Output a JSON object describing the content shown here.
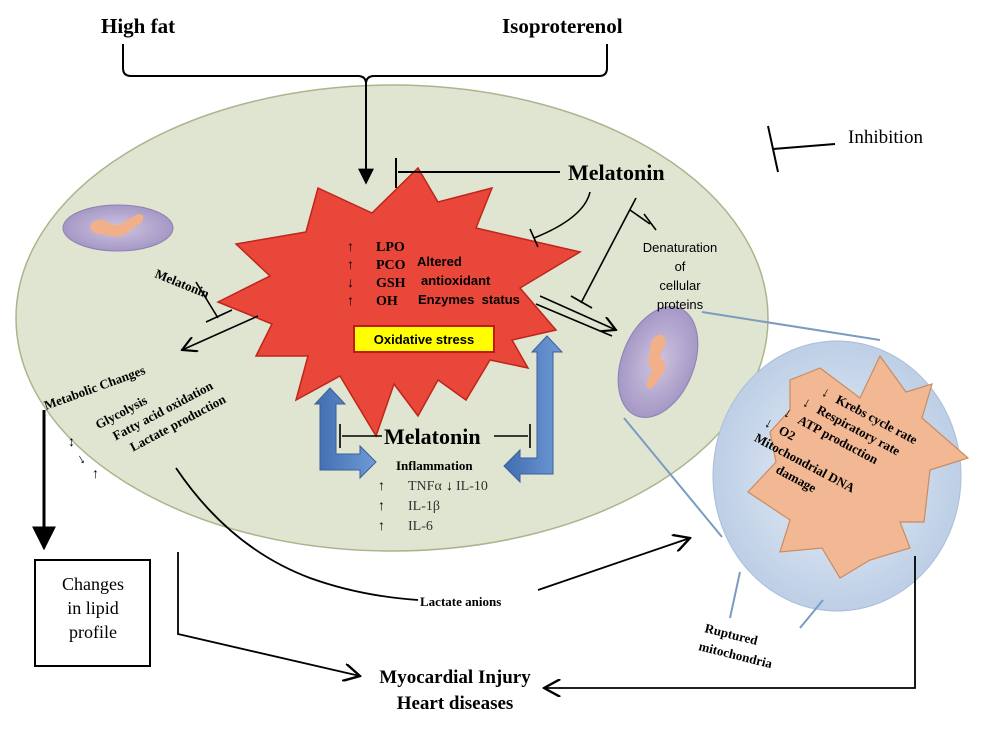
{
  "inducers": {
    "left": "High fat",
    "right": "Isoproterenol"
  },
  "legend": {
    "inhibition": "Inhibition"
  },
  "melatonin_labels": {
    "top": "Melatonin",
    "small": "Melatonin",
    "center": "Melatonin"
  },
  "oxidative": {
    "markers": [
      "LPO",
      "PCO",
      "GSH",
      "OH"
    ],
    "marker_directions": [
      "up",
      "up",
      "down",
      "up"
    ],
    "altered": [
      "Altered",
      "antioxidant",
      "Enzymes  status"
    ],
    "box_label": "Oxidative stress"
  },
  "denaturation": [
    "Denaturation",
    "of",
    "cellular",
    "proteins"
  ],
  "metabolic": {
    "title": "Metabolic Changes",
    "items": [
      "Glycolysis",
      "Fatty acid oxidation",
      "Lactate production"
    ]
  },
  "inflammation": {
    "title": "Inflammation",
    "items": [
      "TNFα",
      "IL-10",
      "IL-1β",
      "IL-6"
    ],
    "directions": [
      "up",
      "down",
      "up",
      "up"
    ]
  },
  "mitochondria": {
    "items": [
      "Krebs cycle rate",
      "Respiratory rate",
      "ATP production",
      "O2",
      "Mitochondrial DNA",
      "damage"
    ],
    "directions": [
      "down",
      "down",
      "down",
      "down"
    ],
    "ruptured": [
      "Ruptured",
      "mitochondria"
    ]
  },
  "lipid_box": [
    "Changes",
    "in lipid",
    "profile"
  ],
  "lactate_anions": "Lactate anions",
  "outcome": [
    "Myocardial Injury",
    "Heart diseases"
  ],
  "colors": {
    "cell_fill": "#dfe5d0",
    "star_fill": "#e8473a",
    "star_stroke": "#c0251c",
    "oxidative_box": "#ffff00",
    "oxidative_box_border": "#c0191a",
    "mito_fill": "#c7d6ea",
    "mito_star_fill": "#f2b894",
    "blue_arrow": "#4f7fc0",
    "organelle_fill": "#b7aad0",
    "organelle_inner": "#f2b08a",
    "connector": "#7a9cc2"
  }
}
